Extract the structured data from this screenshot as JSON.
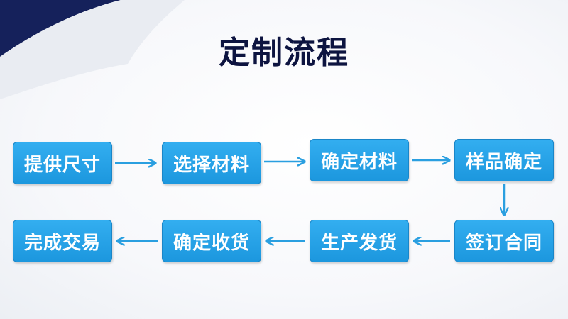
{
  "title": "定制流程",
  "steps": {
    "s1": "提供尺寸",
    "s2": "选择材料",
    "s3": "确定材料",
    "s4": "样品确定",
    "s5": "签订合同",
    "s6": "生产发货",
    "s7": "确定收货",
    "s8": "完成交易"
  },
  "colors": {
    "box": "#1c97de",
    "arrow": "#2a9fe0",
    "title": "#0d1440",
    "corner": "#15215b"
  }
}
